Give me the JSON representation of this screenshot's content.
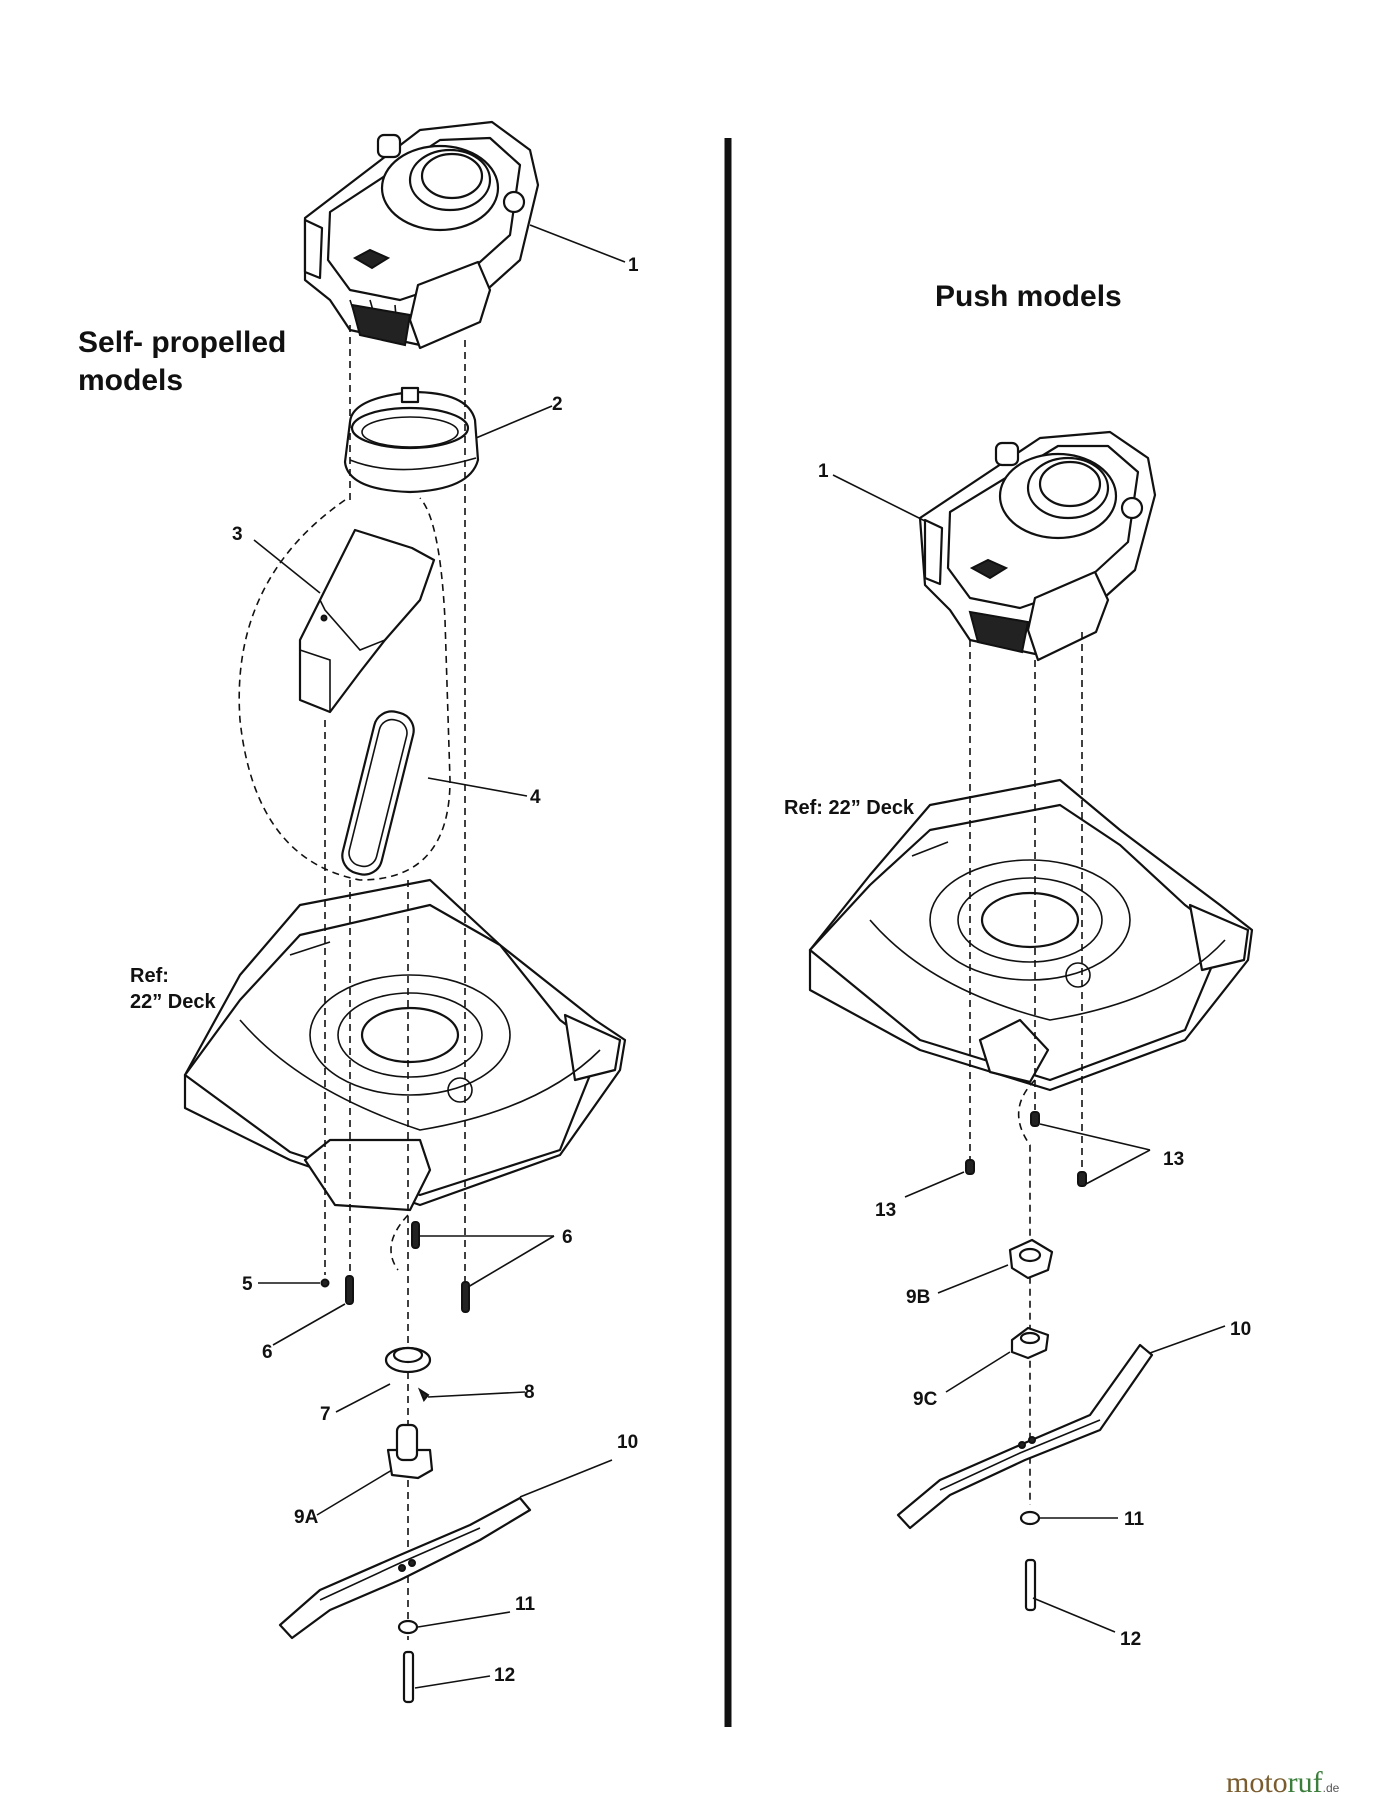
{
  "sections": {
    "self_propelled": {
      "title_line1": "Self- propelled",
      "title_line2": "models",
      "ref_line1": "Ref:",
      "ref_line2": "22” Deck"
    },
    "push": {
      "title": "Push models",
      "ref": "Ref: 22” Deck"
    }
  },
  "callouts_left": {
    "c1": "1",
    "c2": "2",
    "c3": "3",
    "c4": "4",
    "c5": "5",
    "c6a": "6",
    "c6b": "6",
    "c7": "7",
    "c8": "8",
    "c9a": "9A",
    "c10": "10",
    "c11": "11",
    "c12": "12"
  },
  "callouts_right": {
    "c1": "1",
    "c13a": "13",
    "c13b": "13",
    "c9b": "9B",
    "c9c": "9C",
    "c10": "10",
    "c11": "11",
    "c12": "12"
  },
  "watermark": {
    "part1": "moto",
    "part2": "ruf",
    "suffix": ".de"
  }
}
